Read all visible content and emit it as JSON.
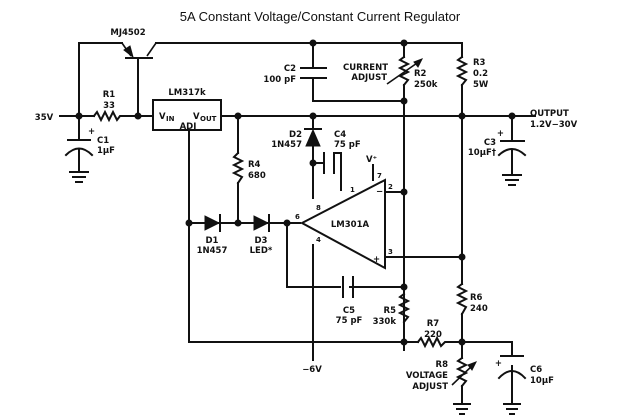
{
  "title": "5A Constant Voltage/Constant Current Regulator",
  "components": {
    "q1": {
      "ref": "MJ4502"
    },
    "r1": {
      "ref": "R1",
      "value": "33"
    },
    "u1": {
      "ref": "LM317k",
      "pin_vin": "V",
      "pin_vin_sub": "IN",
      "pin_vout": "V",
      "pin_vout_sub": "OUT",
      "pin_adj": "ADJ"
    },
    "c1": {
      "ref": "C1",
      "value": "1µF",
      "polarity": "+"
    },
    "c2": {
      "ref": "C2",
      "value": "100 pF"
    },
    "r2": {
      "ref": "R2",
      "value": "250k",
      "function_line1": "CURRENT",
      "function_line2": "ADJUST"
    },
    "r3": {
      "ref": "R3",
      "value": "0.2",
      "rating": "5W"
    },
    "c3": {
      "ref": "C3",
      "value": "10µF†",
      "polarity": "+"
    },
    "r4": {
      "ref": "R4",
      "value": "680"
    },
    "d1": {
      "ref": "D1",
      "value": "1N457"
    },
    "d2": {
      "ref": "D2",
      "value": "1N457"
    },
    "d3": {
      "ref": "D3",
      "value": "LED*"
    },
    "c4": {
      "ref": "C4",
      "value": "75 pF"
    },
    "u2": {
      "ref": "LM301A",
      "supply": "V⁺",
      "pins": {
        "p1": "1",
        "p2": "2",
        "p3": "3",
        "p4": "4",
        "p6": "6",
        "p7": "7",
        "p8": "8"
      },
      "inv": "−",
      "noninv": "+"
    },
    "c5": {
      "ref": "C5",
      "value": "75 pF"
    },
    "r5": {
      "ref": "R5",
      "value": "330k"
    },
    "r6": {
      "ref": "R6",
      "value": "240"
    },
    "r7": {
      "ref": "R7",
      "value": "220"
    },
    "r8": {
      "ref": "R8",
      "function_line1": "VOLTAGE",
      "function_line2": "ADJUST"
    },
    "c6": {
      "ref": "C6",
      "value": "10µF",
      "polarity": "+"
    }
  },
  "nets": {
    "input": "35V",
    "output_line1": "OUTPUT",
    "output_line2": "1.2V−30V",
    "neg_supply": "−6V"
  }
}
